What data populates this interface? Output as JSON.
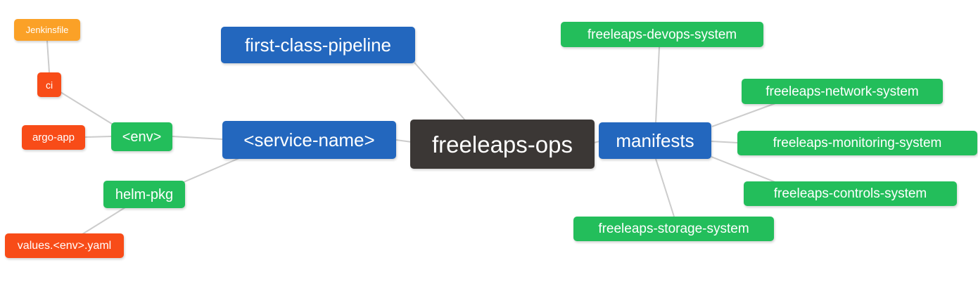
{
  "diagram": {
    "type": "mindmap",
    "title": "freeleaps-ops repository structure mind map",
    "root_id": "freeleaps-ops",
    "colors": {
      "root": "#3B3735",
      "branch": "#2367BE",
      "leaf_green": "#23BE5B",
      "leaf_red": "#F84C18",
      "leaf_orange": "#FBA127",
      "edge": "#CCCCCC",
      "text": "#FFFFFF",
      "background": "#FFFFFF"
    },
    "nodes": {
      "jenkinsfile": {
        "label": "Jenkinsfile",
        "color": "#FBA127"
      },
      "ci": {
        "label": "ci",
        "color": "#F84C18"
      },
      "argo_app": {
        "label": "argo-app",
        "color": "#F84C18"
      },
      "env": {
        "label": "<env>",
        "color": "#23BE5B"
      },
      "helm_pkg": {
        "label": "helm-pkg",
        "color": "#23BE5B"
      },
      "values_env_yaml": {
        "label": "values.<env>.yaml",
        "color": "#F84C18"
      },
      "first_class_pipeline": {
        "label": "first-class-pipeline",
        "color": "#2367BE"
      },
      "service_name": {
        "label": "<service-name>",
        "color": "#2367BE"
      },
      "freeleaps_ops": {
        "label": "freeleaps-ops",
        "color": "#3B3735"
      },
      "manifests": {
        "label": "manifests",
        "color": "#2367BE"
      },
      "devops_system": {
        "label": "freeleaps-devops-system",
        "color": "#23BE5B"
      },
      "network_system": {
        "label": "freeleaps-network-system",
        "color": "#23BE5B"
      },
      "monitoring_system": {
        "label": "freeleaps-monitoring-system",
        "color": "#23BE5B"
      },
      "controls_system": {
        "label": "freeleaps-controls-system",
        "color": "#23BE5B"
      },
      "storage_system": {
        "label": "freeleaps-storage-system",
        "color": "#23BE5B"
      }
    },
    "edges": [
      [
        "jenkinsfile",
        "ci"
      ],
      [
        "ci",
        "env"
      ],
      [
        "argo_app",
        "env"
      ],
      [
        "env",
        "service_name"
      ],
      [
        "helm_pkg",
        "service_name"
      ],
      [
        "values_env_yaml",
        "helm_pkg"
      ],
      [
        "first_class_pipeline",
        "freeleaps_ops"
      ],
      [
        "service_name",
        "freeleaps_ops"
      ],
      [
        "freeleaps_ops",
        "manifests"
      ],
      [
        "manifests",
        "devops_system"
      ],
      [
        "manifests",
        "network_system"
      ],
      [
        "manifests",
        "monitoring_system"
      ],
      [
        "manifests",
        "controls_system"
      ],
      [
        "manifests",
        "storage_system"
      ]
    ]
  }
}
